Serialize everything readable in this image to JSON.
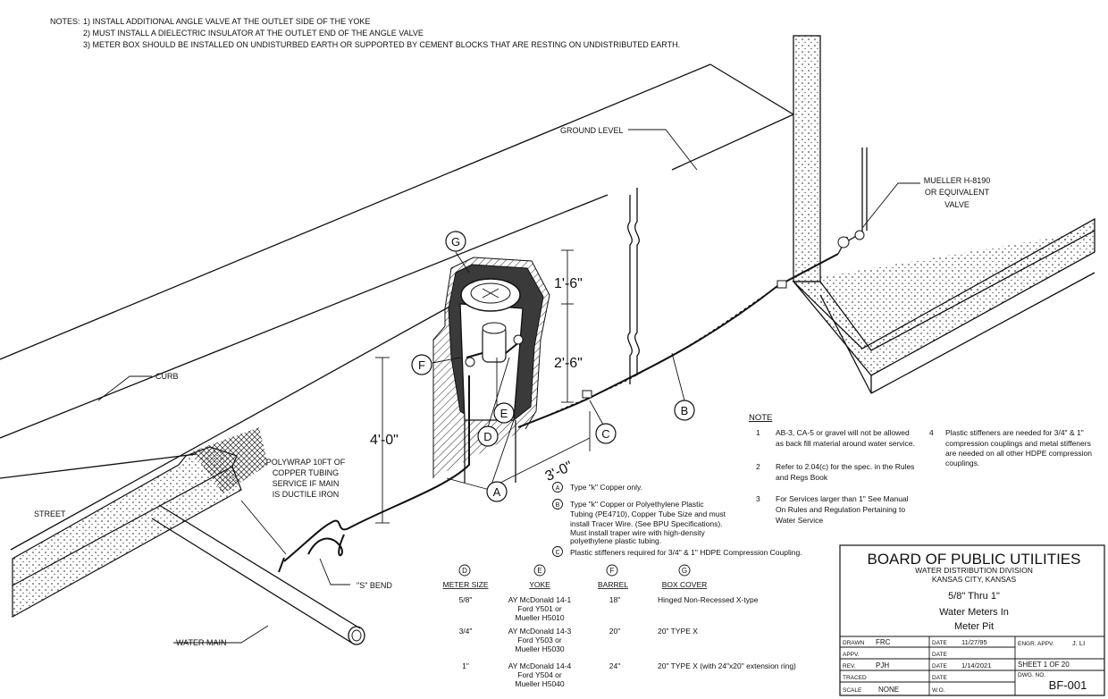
{
  "notes": {
    "header": "NOTES:",
    "lines": [
      "1) INSTALL ADDITIONAL ANGLE VALVE AT THE OUTLET SIDE OF THE YOKE",
      "2) MUST INSTALL A DIELECTRIC INSULATOR AT THE OUTLET END OF THE ANGLE VALVE",
      "3) METER BOX SHOULD BE INSTALLED ON UNDISTURBED EARTH OR SUPPORTED BY CEMENT BLOCKS  THAT ARE RESTING ON UNDISTRIBUTED EARTH."
    ]
  },
  "labels": {
    "ground_level": "GROUND LEVEL",
    "valve": [
      "MUELLER H-8190",
      "OR EQUIVALENT",
      "VALVE"
    ],
    "curb": "CURB",
    "street": "STREET",
    "water_main": "WATER MAIN",
    "s_bend": "\"S\" BEND",
    "polywrap": [
      "POLYWRAP 10FT OF",
      "COPPER TUBING",
      "SERVICE IF MAIN",
      "IS DUCTILE IRON"
    ],
    "dim_1_6": "1'-6\"",
    "dim_2_6": "2'-6\"",
    "dim_4_0": "4'-0\"",
    "dim_3_0": "3'-0\""
  },
  "callouts": {
    "A": "A",
    "B": "B",
    "C": "C",
    "D": "D",
    "E": "E",
    "F": "F",
    "G": "G"
  },
  "legend": {
    "A": "Type \"k\" Copper only.",
    "B": [
      "Type \"k\" Copper or Polyethylene Plastic",
      "Tubing (PE4710), Copper Tube Size and must",
      "install Tracer Wire. (See BPU Specifications).",
      "Must install traper wire with high-density",
      "polyethylene plastic tubing."
    ],
    "C": "Plastic stiffeners required for 3/4\" & 1\" HDPE Compression Coupling."
  },
  "note_block": {
    "title": "NOTE",
    "items": [
      {
        "num": "1",
        "lines": [
          "AB-3, CA-5 or gravel will not be allowed",
          "as back fill material around water service."
        ]
      },
      {
        "num": "2",
        "lines": [
          "Refer to 2.04(c) for the spec. in the Rules",
          "and Regs Book"
        ]
      },
      {
        "num": "3",
        "lines": [
          "For Services larger than 1\" See Manual",
          "On Rules and Regulation Pertaining to",
          "Water Service"
        ]
      },
      {
        "num": "4",
        "lines": [
          "Plastic stiffeners are needed for 3/4\" & 1\"",
          "compression couplings and metal stiffeners",
          "are needed on all other HDPE compression",
          "couplings."
        ]
      }
    ]
  },
  "table": {
    "header_letters": [
      "D",
      "E",
      "F",
      "G"
    ],
    "headers": [
      "METER SIZE",
      "YOKE",
      "BARREL",
      "BOX COVER"
    ],
    "rows": [
      {
        "size": "5/8\"",
        "yoke": [
          "AY McDonald 14-1",
          "Ford Y501 or",
          "Mueller H5010"
        ],
        "barrel": "18\"",
        "cover": "Hinged Non-Recessed X-type"
      },
      {
        "size": "3/4\"",
        "yoke": [
          "AY McDonald 14-3",
          "Ford Y503 or",
          "Mueller H5030"
        ],
        "barrel": "20\"",
        "cover": "20\" TYPE X"
      },
      {
        "size": "1\"",
        "yoke": [
          "AY McDonald 14-4",
          "Ford Y504 or",
          "Mueller H5040"
        ],
        "barrel": "24\"",
        "cover": "20\" TYPE X (with 24\"x20\" extension ring)"
      }
    ]
  },
  "title_block": {
    "org": "BOARD OF PUBLIC UTILITIES",
    "division": "WATER DISTRIBUTION DIVISION",
    "city": "KANSAS CITY, KANSAS",
    "title1": "5/8\" Thru 1\"",
    "title2": "Water Meters In",
    "title3": "Meter Pit",
    "drawn_label": "DRAWN",
    "drawn": "FRC",
    "appv_label": "APPV.",
    "appv": "",
    "rev_label": "REV.",
    "rev": "PJH",
    "traced_label": "TRACED",
    "traced": "",
    "scale_label": "SCALE",
    "scale": "NONE",
    "date_label": "DATE",
    "date1": "11/27/95",
    "date2": "",
    "date3": "1/14/2021",
    "date4": "",
    "wo_label": "W.O.",
    "wo": "",
    "engr_label": "ENGR. APPV.",
    "engr": "J. LI",
    "sheet": "SHEET 1 OF 20",
    "dwg_label": "DWG. NO.",
    "dwg": "BF-001"
  }
}
